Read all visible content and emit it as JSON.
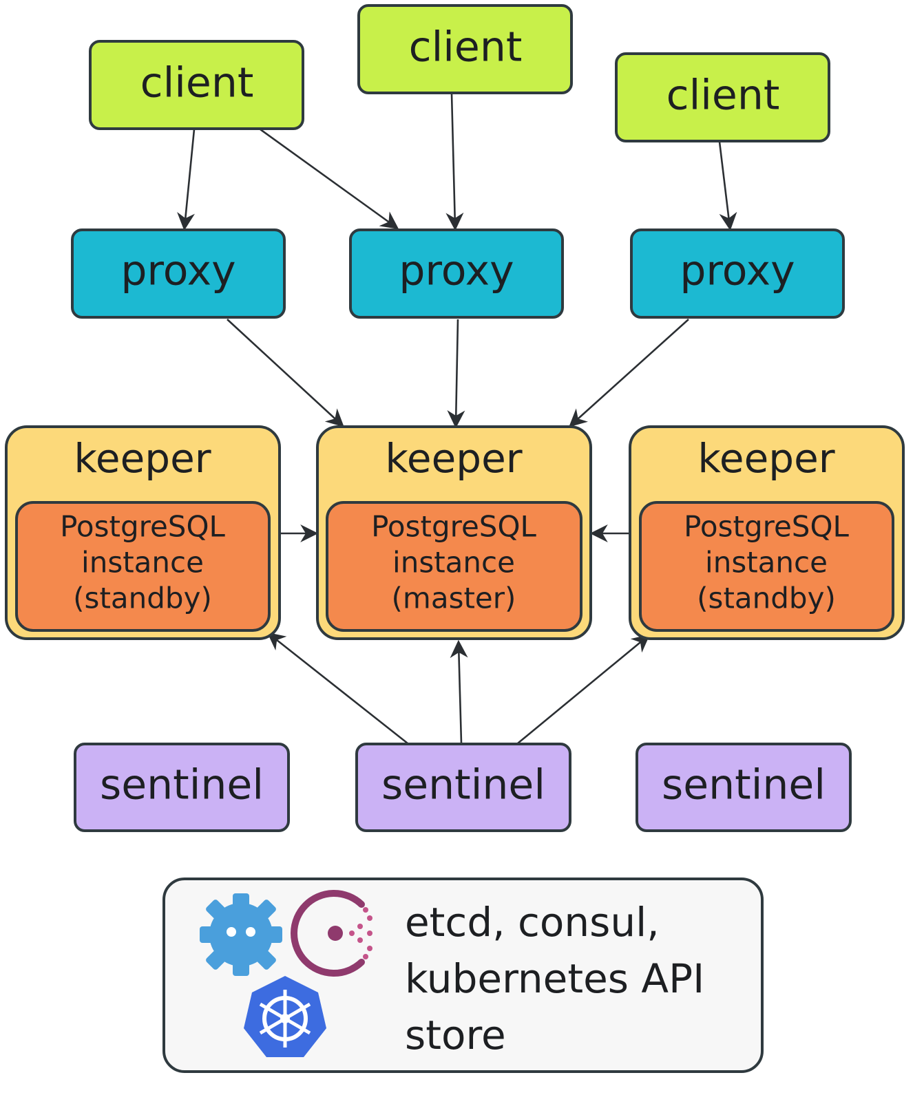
{
  "clients": [
    {
      "label": "client"
    },
    {
      "label": "client"
    },
    {
      "label": "client"
    }
  ],
  "proxies": [
    {
      "label": "proxy"
    },
    {
      "label": "proxy"
    },
    {
      "label": "proxy"
    }
  ],
  "keepers": [
    {
      "label": "keeper",
      "instance": [
        "PostgreSQL",
        "instance",
        "(standby)"
      ]
    },
    {
      "label": "keeper",
      "instance": [
        "PostgreSQL",
        "instance",
        "(master)"
      ]
    },
    {
      "label": "keeper",
      "instance": [
        "PostgreSQL",
        "instance",
        "(standby)"
      ]
    }
  ],
  "sentinels": [
    {
      "label": "sentinel"
    },
    {
      "label": "sentinel"
    },
    {
      "label": "sentinel"
    }
  ],
  "store": {
    "lines": [
      "etcd, consul,",
      "kubernetes API",
      "store"
    ],
    "icons": [
      "etcd-icon",
      "consul-icon",
      "kubernetes-icon"
    ]
  },
  "colors": {
    "client": "#c8f04a",
    "proxy": "#1cb9d2",
    "keeper": "#fcd97a",
    "instance": "#f4894d",
    "sentinel": "#cbb2f5",
    "store": "#f7f7f7",
    "etcd": "#4a9fdc",
    "consul": "#8f3a6d",
    "kubernetes": "#3d6ce0"
  }
}
